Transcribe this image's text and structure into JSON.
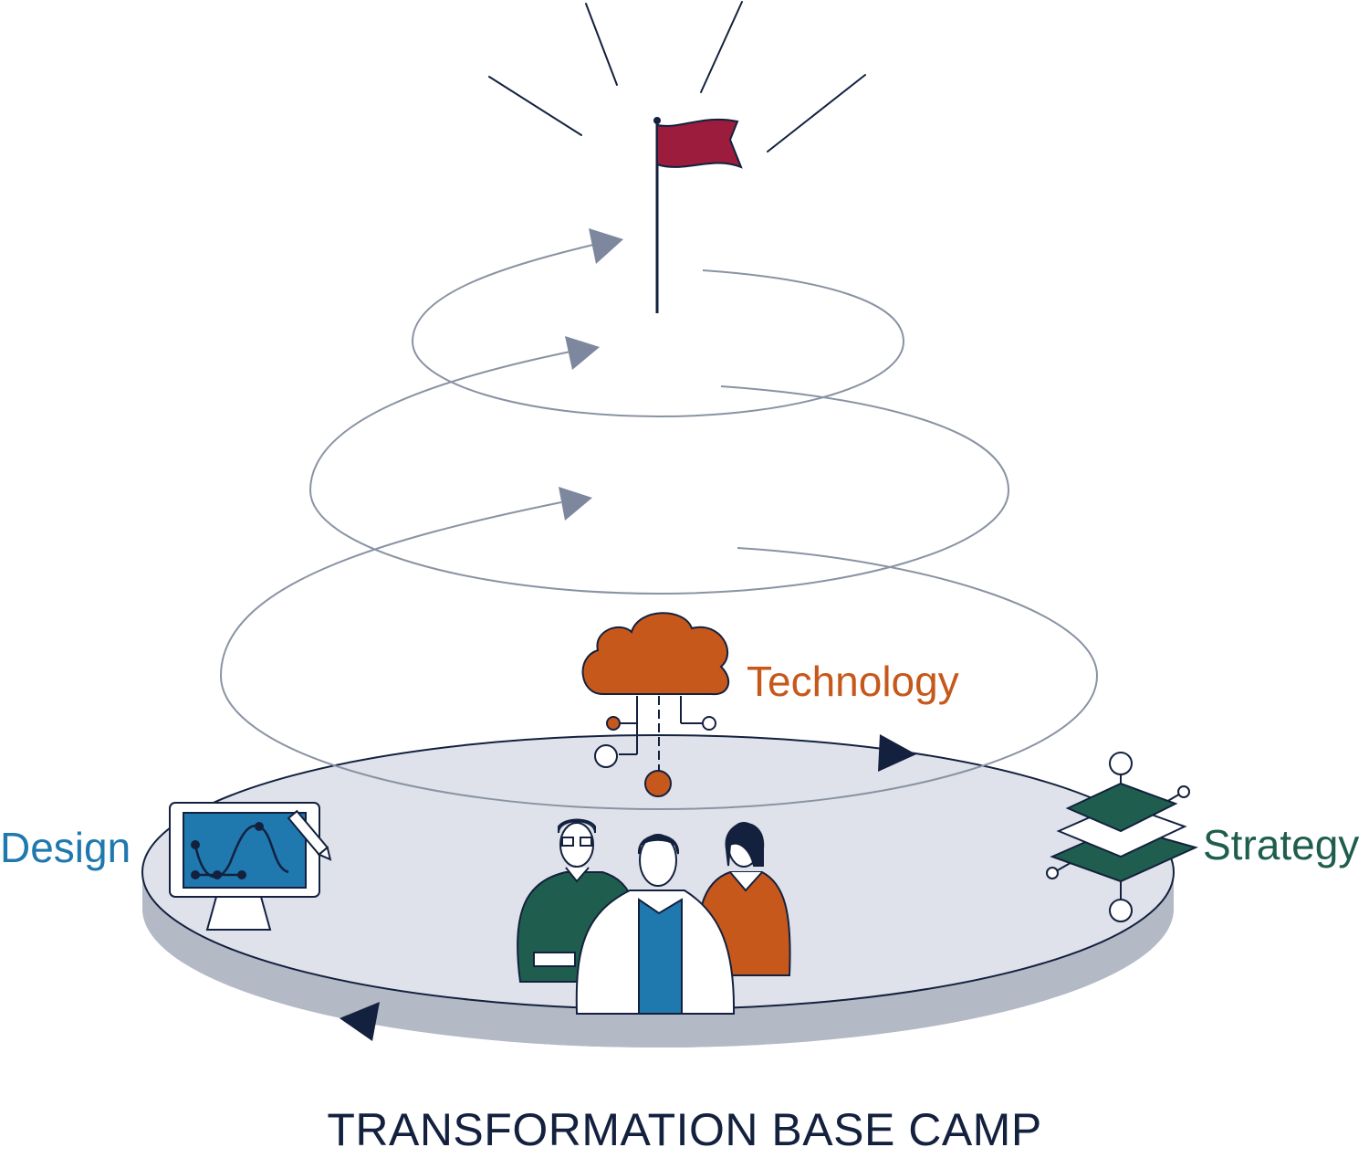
{
  "title": "TRANSFORMATION BASE CAMP",
  "labels": {
    "design": "Design",
    "technology": "Technology",
    "strategy": "Strategy"
  },
  "colors": {
    "design": "#1f78ae",
    "technology": "#c6581c",
    "strategy": "#1f5e4e",
    "flag": "#9b1c3c",
    "navy": "#13213f",
    "spiral": "#8a93a3",
    "arrow": "#7d889e",
    "platform_top": "#dfe2ea",
    "platform_side": "#b4b9c6"
  },
  "icons": {
    "summit": "flag-icon",
    "technology": "cloud-network-icon",
    "design": "monitor-drawing-icon",
    "strategy": "layers-icon",
    "team": "people-group-icon"
  }
}
